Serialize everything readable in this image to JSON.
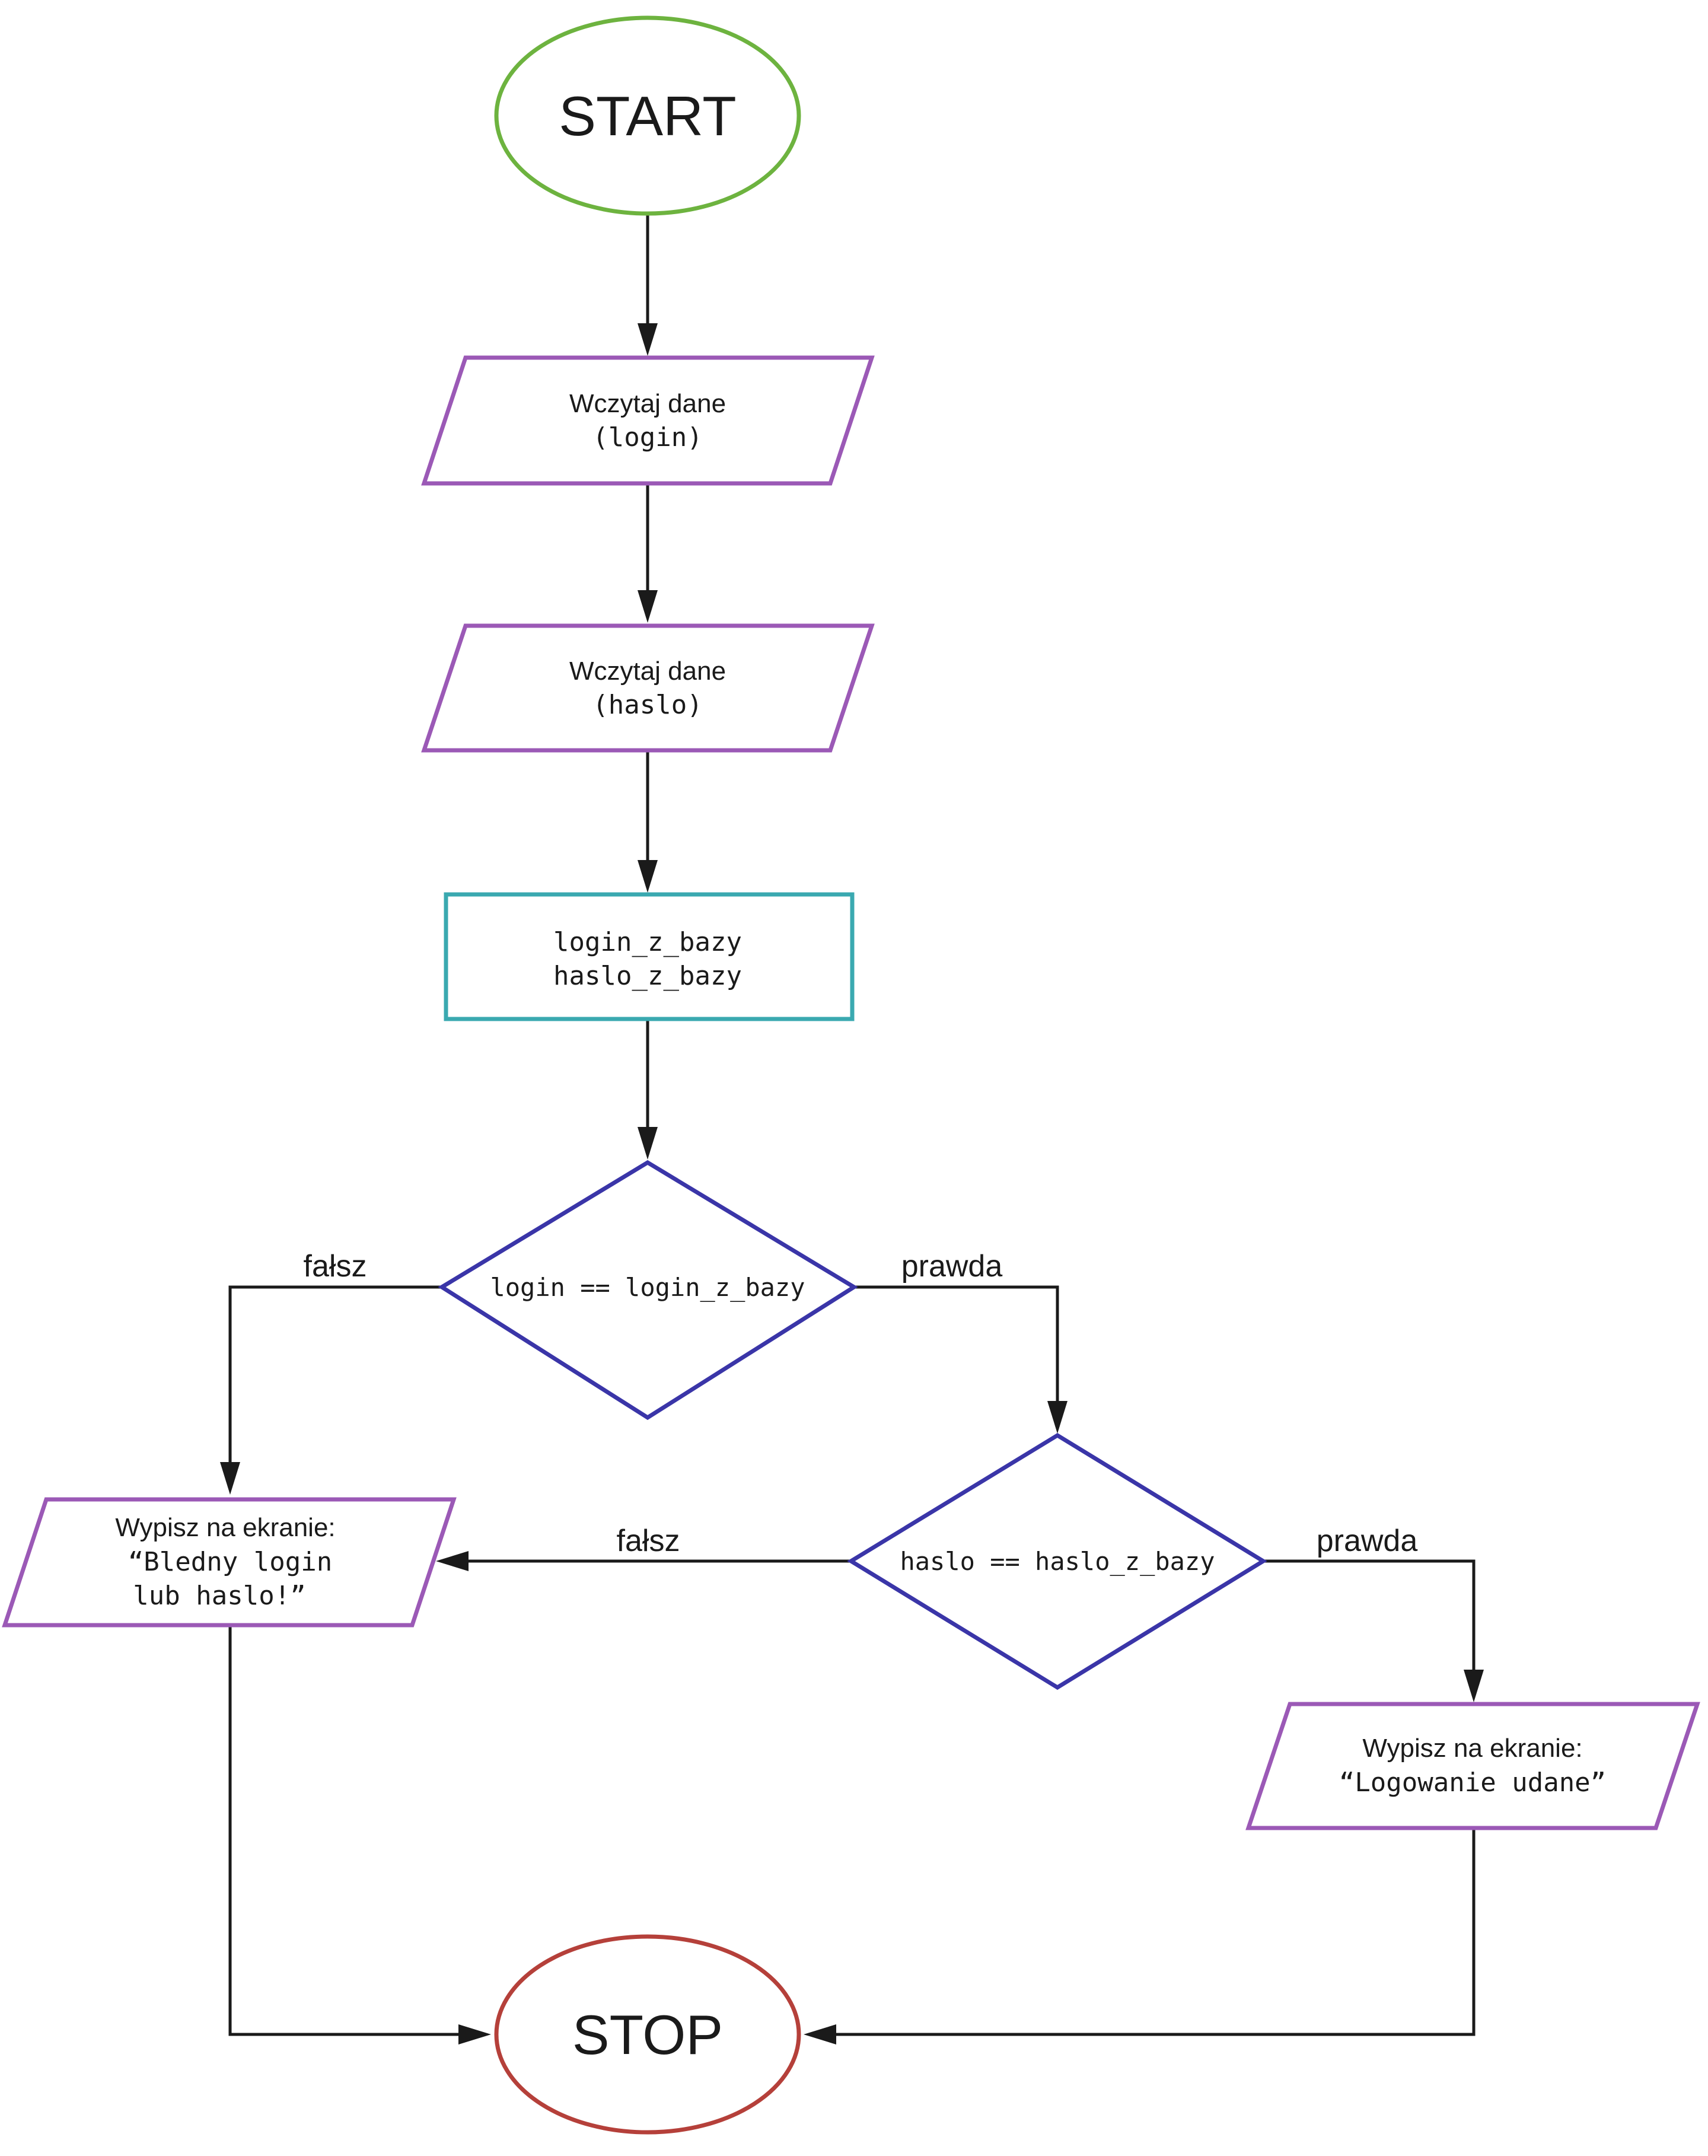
{
  "colors": {
    "terminal_start": "#6db33f",
    "terminal_stop": "#b5403a",
    "io": "#9b59b6",
    "process": "#3aa9b0",
    "decision": "#3a35a8",
    "line": "#1a1a1a"
  },
  "nodes": {
    "start": {
      "label": "START"
    },
    "read_login": {
      "line1": "Wczytaj dane",
      "line2": "(login)"
    },
    "read_haslo": {
      "line1": "Wczytaj dane",
      "line2": "(haslo)"
    },
    "process_db": {
      "line1": "login_z_bazy",
      "line2": "haslo_z_bazy"
    },
    "decision_login": {
      "label": "login == login_z_bazy"
    },
    "decision_haslo": {
      "label": "haslo == haslo_z_bazy"
    },
    "output_error": {
      "line1": "Wypisz na ekranie:",
      "line2": "“Bledny login",
      "line3": "lub haslo!”"
    },
    "output_success": {
      "line1": "Wypisz na ekranie:",
      "line2": "“Logowanie udane”"
    },
    "stop": {
      "label": "STOP"
    }
  },
  "edge_labels": {
    "login_false": "fałsz",
    "login_true": "prawda",
    "haslo_false": "fałsz",
    "haslo_true": "prawda"
  }
}
